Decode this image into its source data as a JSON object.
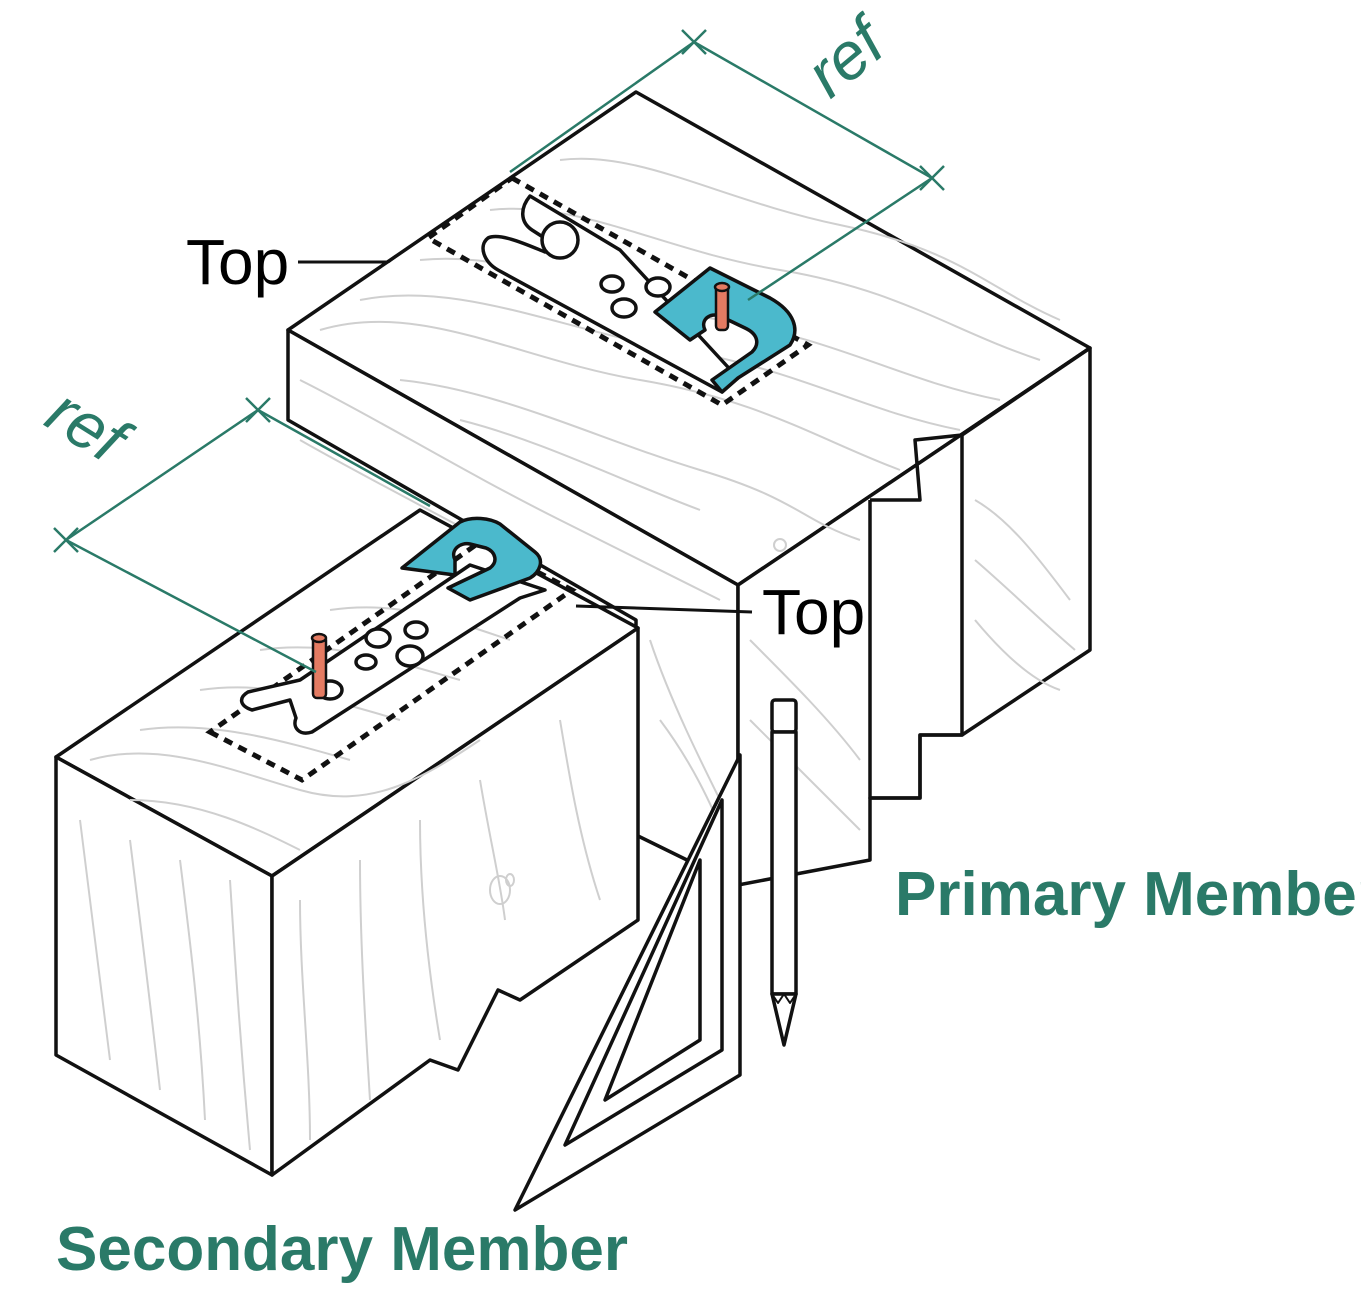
{
  "labels": {
    "top_primary": "Top",
    "top_secondary": "Top",
    "ref_primary": "ref",
    "ref_secondary": "ref",
    "primary_member": "Primary Member",
    "secondary_member": "Secondary Member"
  },
  "colors": {
    "accent_green": "#2a7a68",
    "clip_blue": "#4bb9cc",
    "pin_orange": "#e47b62"
  }
}
